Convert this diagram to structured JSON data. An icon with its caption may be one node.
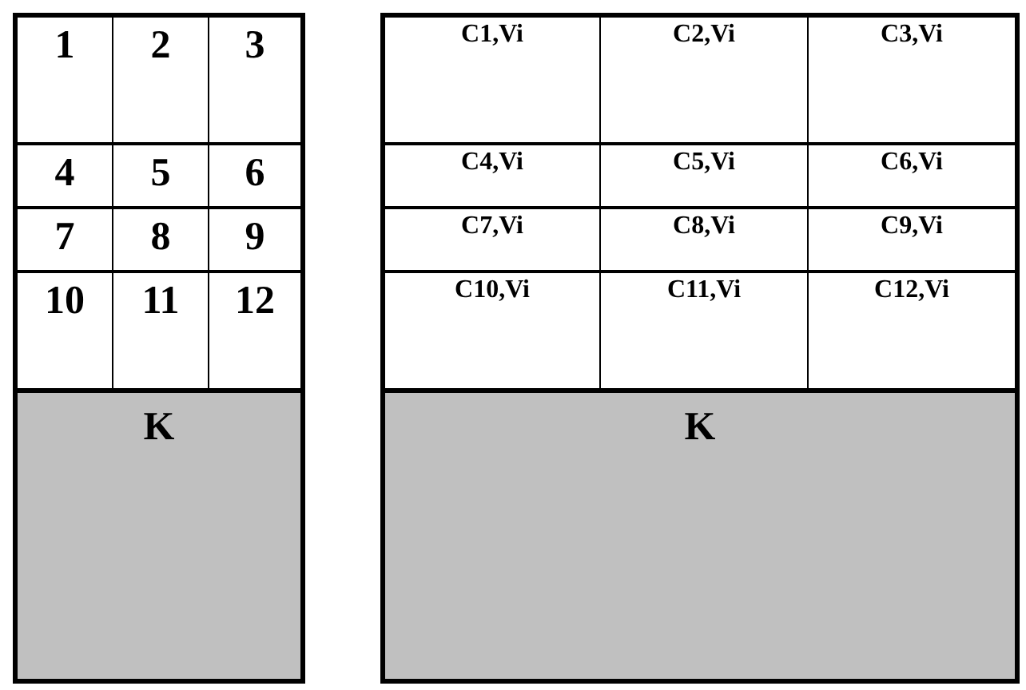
{
  "diagram": {
    "nodes": [
      {
        "text": [],
        "shape": "box"
      },
      {
        "text": [
          "1"
        ],
        "in": 0
      },
      {
        "text": [
          "2"
        ],
        "in": 0
      },
      {
        "text": [
          "3"
        ],
        "in": 0
      },
      {
        "text": [
          "4"
        ],
        "in": 0
      },
      {
        "text": [
          "5"
        ],
        "in": 0
      },
      {
        "text": [
          "6"
        ],
        "in": 0
      },
      {
        "text": [
          "7"
        ],
        "in": 0
      },
      {
        "text": [
          "8"
        ],
        "in": 0
      },
      {
        "text": [
          "9"
        ],
        "in": 0
      },
      {
        "text": [
          "10"
        ],
        "in": 0
      },
      {
        "text": [
          "11"
        ],
        "in": 0
      },
      {
        "text": [
          "12"
        ],
        "in": 0
      },
      {
        "text": [
          "K"
        ],
        "in": 0
      },
      {
        "text": [],
        "shape": "box"
      },
      {
        "text": [
          "C1,Vi"
        ],
        "in": 14
      },
      {
        "text": [
          "C2,Vi"
        ],
        "in": 14
      },
      {
        "text": [
          "C3,Vi"
        ],
        "in": 14
      },
      {
        "text": [
          "C4,Vi"
        ],
        "in": 14
      },
      {
        "text": [
          "C5,Vi"
        ],
        "in": 14
      },
      {
        "text": [
          "C6,Vi"
        ],
        "in": 14
      },
      {
        "text": [
          "C7,Vi"
        ],
        "in": 14
      },
      {
        "text": [
          "C8,Vi"
        ],
        "in": 14
      },
      {
        "text": [
          "C9,Vi"
        ],
        "in": 14
      },
      {
        "text": [
          "C10,Vi"
        ],
        "in": 14
      },
      {
        "text": [
          "C11,Vi"
        ],
        "in": 14
      },
      {
        "text": [
          "C12,Vi"
        ],
        "in": 14
      },
      {
        "text": [
          "K"
        ],
        "in": 14
      }
    ]
  }
}
